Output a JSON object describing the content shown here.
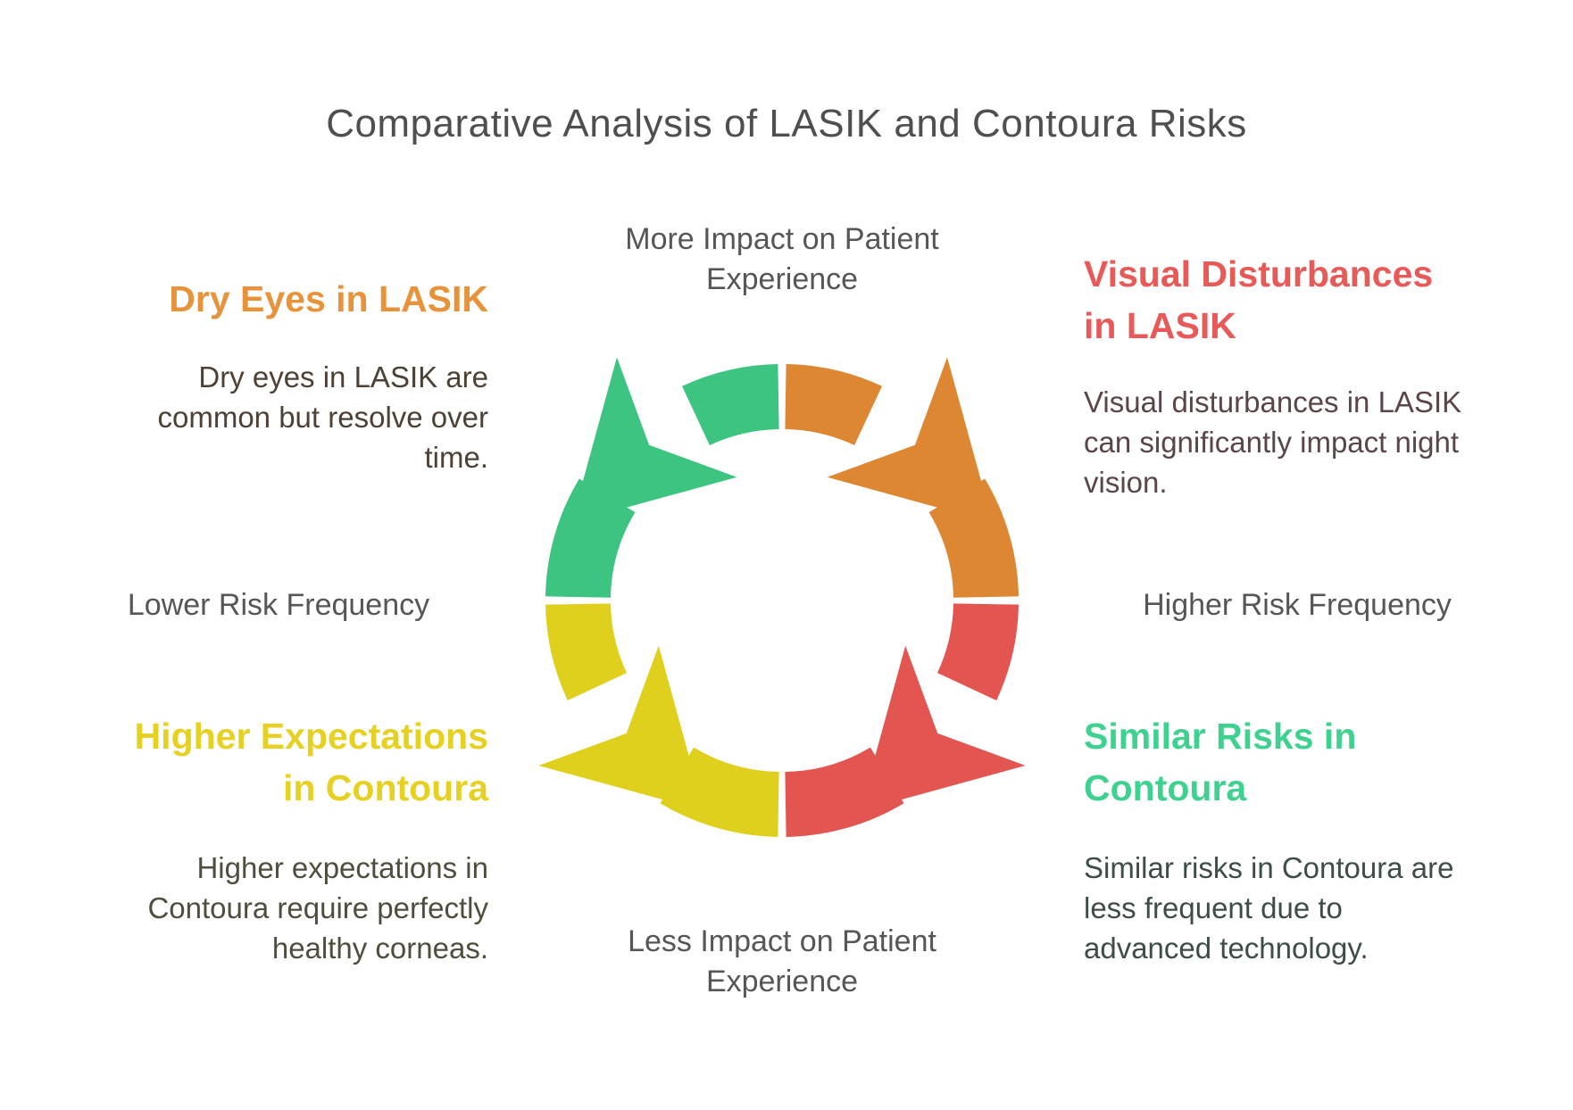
{
  "title": "Comparative Analysis of LASIK and Contoura Risks",
  "axis_labels": {
    "top_line1": "More Impact on Patient",
    "top_line2": "Experience",
    "bottom_line1": "Less Impact on Patient",
    "bottom_line2": "Experience",
    "left": "Lower Risk Frequency",
    "right": "Higher Risk Frequency"
  },
  "sections": {
    "top_left": {
      "heading_line1": "Dry Eyes in LASIK",
      "heading_line2": "",
      "heading_color": "#E8923A",
      "body_line1": "Dry eyes in LASIK are",
      "body_line2": "common but resolve over",
      "body_line3": "time.",
      "body_color": "#4D4136"
    },
    "top_right": {
      "heading_line1": "Visual Disturbances",
      "heading_line2": "in LASIK",
      "heading_color": "#E85A58",
      "body_line1": "Visual disturbances in LASIK",
      "body_line2": "can significantly impact night",
      "body_line3": "vision.",
      "body_color": "#5A4547"
    },
    "bottom_left": {
      "heading_line1": "Higher Expectations",
      "heading_line2": "in Contoura",
      "heading_color": "#E6D122",
      "body_line1": "Higher expectations in",
      "body_line2": "Contoura require perfectly",
      "body_line3": "healthy corneas.",
      "body_color": "#504D3E"
    },
    "bottom_right": {
      "heading_line1": "Similar Risks in",
      "heading_line2": "Contoura",
      "heading_color": "#3FD18F",
      "body_line1": "Similar risks in Contoura are",
      "body_line2": "less frequent due to",
      "body_line3": "advanced technology.",
      "body_color": "#3E4D45"
    }
  },
  "diagram": {
    "quadrants": {
      "green": {
        "position": "top-left",
        "color": "#3DC481"
      },
      "orange": {
        "position": "top-right",
        "color": "#DD8733"
      },
      "red": {
        "position": "bottom-right",
        "color": "#E25551"
      },
      "yellow": {
        "position": "bottom-left",
        "color": "#E0D01E"
      }
    }
  }
}
